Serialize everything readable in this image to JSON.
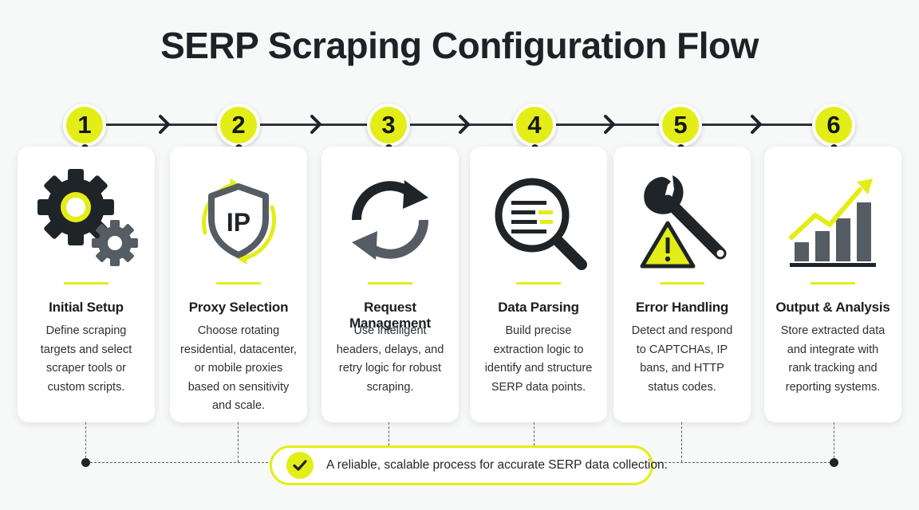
{
  "title": "SERP Scraping Configuration Flow",
  "colors": {
    "accent": "#e3ee18",
    "dark": "#1f2428",
    "gray": "#555c64",
    "background": "#f7f8f8"
  },
  "steps": [
    {
      "number": "1",
      "icon": "gears-icon",
      "title": "Initial Setup",
      "lines": [
        "Define scraping",
        "targets and select",
        "scraper tools or",
        "custom scripts."
      ]
    },
    {
      "number": "2",
      "icon": "ip-shield-icon",
      "title": "Proxy Selection",
      "lines": [
        "Choose rotating",
        "residential, datacenter,",
        "or mobile proxies",
        "based on sensitivity",
        "and scale."
      ]
    },
    {
      "number": "3",
      "icon": "refresh-cycle-icon",
      "title": "Request Management",
      "lines": [
        "Use intelligent",
        "headers, delays, and",
        "retry logic for robust",
        "scraping."
      ]
    },
    {
      "number": "4",
      "icon": "magnifier-document-icon",
      "title": "Data Parsing",
      "lines": [
        "Build precise",
        "extraction logic to",
        "identify and structure",
        "SERP data points."
      ]
    },
    {
      "number": "5",
      "icon": "wrench-warning-icon",
      "title": "Error Handling",
      "lines": [
        "Detect and respond",
        "to CAPTCHAs, IP",
        "bans, and HTTP",
        "status codes."
      ]
    },
    {
      "number": "6",
      "icon": "growth-chart-icon",
      "title": "Output & Analysis",
      "lines": [
        "Store extracted data",
        "and integrate with",
        "rank tracking and",
        "reporting systems."
      ]
    }
  ],
  "summary": {
    "icon": "checkmark-icon",
    "text": "A reliable, scalable process for accurate SERP data collection."
  }
}
